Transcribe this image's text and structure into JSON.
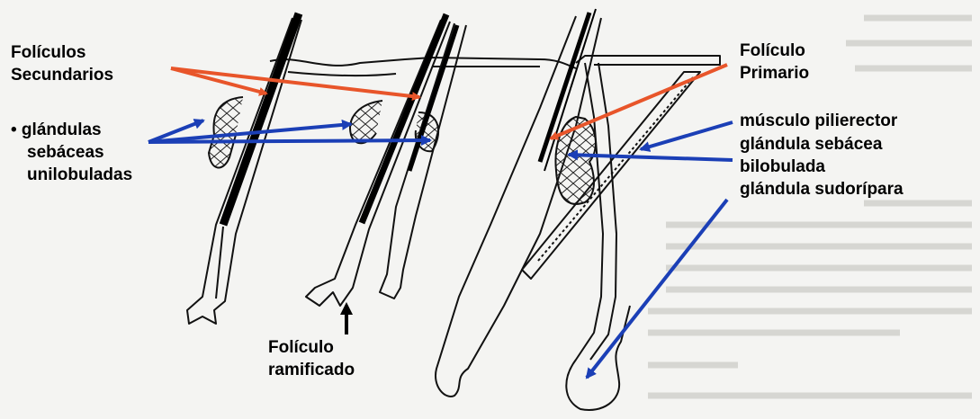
{
  "labels": {
    "foliculos_secundarios": [
      "Folículos",
      "Secundarios"
    ],
    "glandulas_sebaceas_unilobuladas": [
      "• glándulas",
      "sebáceas",
      "unilobuladas"
    ],
    "foliculo_ramificado": [
      "Folículo",
      "ramificado"
    ],
    "foliculo_primario": [
      "Folículo",
      "Primario"
    ],
    "musculo_pilierector": "músculo pilierector",
    "glandula_sebacea_bilobulada": [
      "glándula sebácea",
      "bilobulada"
    ],
    "glandula_sudoripara": "glándula sudorípara"
  },
  "colors": {
    "orange_arrow": "#e8552a",
    "blue_arrow": "#1b3fb6",
    "black_arrow": "#000000",
    "ink": "#111111",
    "background": "#f4f4f2",
    "faded_text": "#d6d6d2"
  }
}
